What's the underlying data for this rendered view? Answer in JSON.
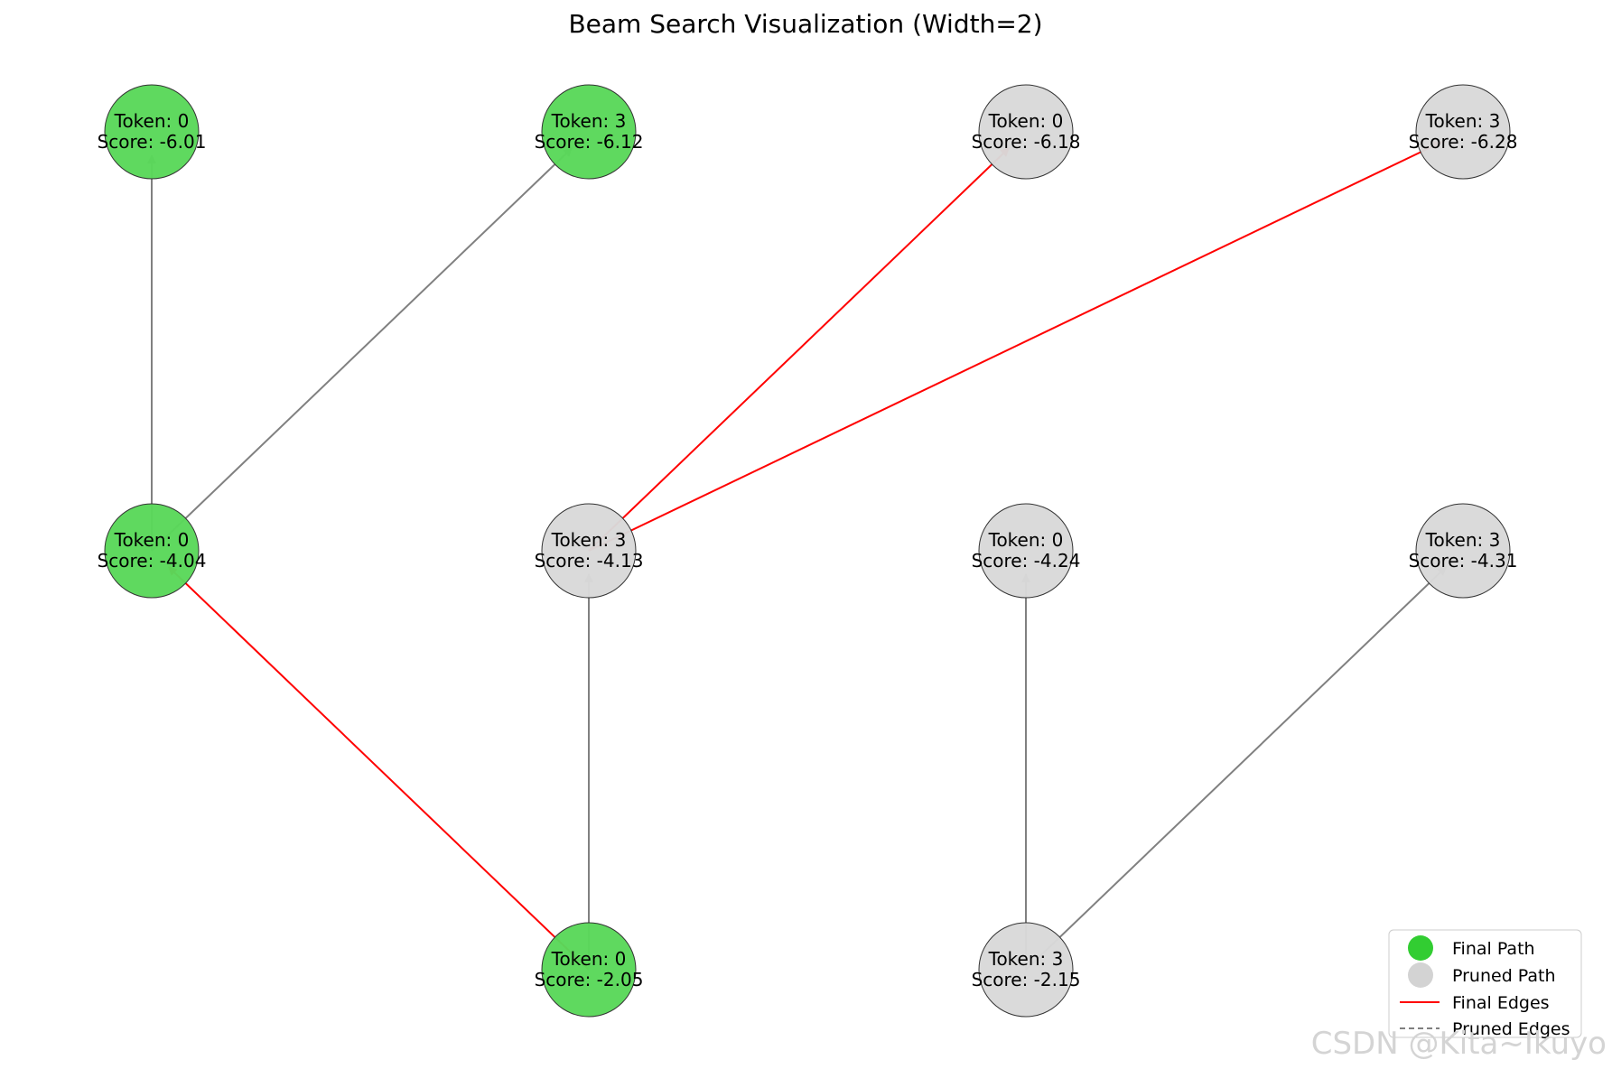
{
  "title": "Beam Search Visualization (Width=2)",
  "colors": {
    "final_node": "#5ad85a",
    "pruned_node": "#d9d9d9",
    "final_edge": "#ff0000",
    "pruned_edge": "#808080",
    "legend_final_marker": "#32cd32"
  },
  "nodes": [
    {
      "id": "n0",
      "token": "Token: 0",
      "score": "Score: -6.01",
      "status": "final"
    },
    {
      "id": "n1",
      "token": "Token: 3",
      "score": "Score: -6.12",
      "status": "final"
    },
    {
      "id": "n2",
      "token": "Token: 0",
      "score": "Score: -6.18",
      "status": "pruned"
    },
    {
      "id": "n3",
      "token": "Token: 3",
      "score": "Score: -6.28",
      "status": "pruned"
    },
    {
      "id": "n4",
      "token": "Token: 0",
      "score": "Score: -4.04",
      "status": "final"
    },
    {
      "id": "n5",
      "token": "Token: 3",
      "score": "Score: -4.13",
      "status": "pruned"
    },
    {
      "id": "n6",
      "token": "Token: 0",
      "score": "Score: -4.24",
      "status": "pruned"
    },
    {
      "id": "n7",
      "token": "Token: 3",
      "score": "Score: -4.31",
      "status": "pruned"
    },
    {
      "id": "n8",
      "token": "Token: 0",
      "score": "Score: -2.05",
      "status": "final"
    },
    {
      "id": "n9",
      "token": "Token: 3",
      "score": "Score: -2.15",
      "status": "pruned"
    }
  ],
  "edges": [
    {
      "from": "n4",
      "to": "n0",
      "type": "pruned"
    },
    {
      "from": "n4",
      "to": "n1",
      "type": "pruned"
    },
    {
      "from": "n5",
      "to": "n2",
      "type": "final"
    },
    {
      "from": "n5",
      "to": "n3",
      "type": "final"
    },
    {
      "from": "n8",
      "to": "n4",
      "type": "final"
    },
    {
      "from": "n8",
      "to": "n5",
      "type": "pruned"
    },
    {
      "from": "n9",
      "to": "n6",
      "type": "pruned"
    },
    {
      "from": "n9",
      "to": "n7",
      "type": "pruned"
    }
  ],
  "legend": {
    "final_path": "Final Path",
    "pruned_path": "Pruned Path",
    "final_edges": "Final Edges",
    "pruned_edges": "Pruned Edges"
  },
  "watermark": "CSDN @Kita~Ikuyo"
}
